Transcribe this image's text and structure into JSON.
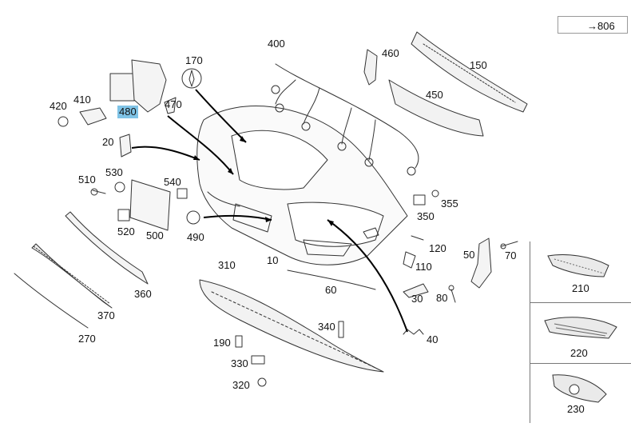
{
  "reference": {
    "arrow": "→",
    "page": "806"
  },
  "parts": [
    {
      "id": "p400",
      "label": "400"
    },
    {
      "id": "p460",
      "label": "460"
    },
    {
      "id": "p150",
      "label": "150"
    },
    {
      "id": "p170",
      "label": "170"
    },
    {
      "id": "p450",
      "label": "450"
    },
    {
      "id": "p420",
      "label": "420"
    },
    {
      "id": "p410",
      "label": "410"
    },
    {
      "id": "p480",
      "label": "480",
      "highlight": true
    },
    {
      "id": "p470",
      "label": "470"
    },
    {
      "id": "p20",
      "label": "20"
    },
    {
      "id": "p510",
      "label": "510"
    },
    {
      "id": "p530",
      "label": "530"
    },
    {
      "id": "p540",
      "label": "540"
    },
    {
      "id": "p355",
      "label": "355"
    },
    {
      "id": "p350",
      "label": "350"
    },
    {
      "id": "p520",
      "label": "520"
    },
    {
      "id": "p500",
      "label": "500"
    },
    {
      "id": "p490",
      "label": "490"
    },
    {
      "id": "p120",
      "label": "120"
    },
    {
      "id": "p70",
      "label": "70"
    },
    {
      "id": "p50",
      "label": "50"
    },
    {
      "id": "p10",
      "label": "10"
    },
    {
      "id": "p110",
      "label": "110"
    },
    {
      "id": "p310",
      "label": "310"
    },
    {
      "id": "p360",
      "label": "360"
    },
    {
      "id": "p370",
      "label": "370"
    },
    {
      "id": "p60",
      "label": "60"
    },
    {
      "id": "p30",
      "label": "30"
    },
    {
      "id": "p80",
      "label": "80"
    },
    {
      "id": "p270",
      "label": "270"
    },
    {
      "id": "p340",
      "label": "340"
    },
    {
      "id": "p190",
      "label": "190"
    },
    {
      "id": "p40",
      "label": "40"
    },
    {
      "id": "p330",
      "label": "330"
    },
    {
      "id": "p320",
      "label": "320"
    }
  ],
  "variants": [
    {
      "id": "v210",
      "label": "210"
    },
    {
      "id": "v220",
      "label": "220"
    },
    {
      "id": "v230",
      "label": "230"
    }
  ],
  "colors": {
    "highlight": "#7fc3e6",
    "line": "#222222",
    "part_fill": "#f4f4f4"
  }
}
